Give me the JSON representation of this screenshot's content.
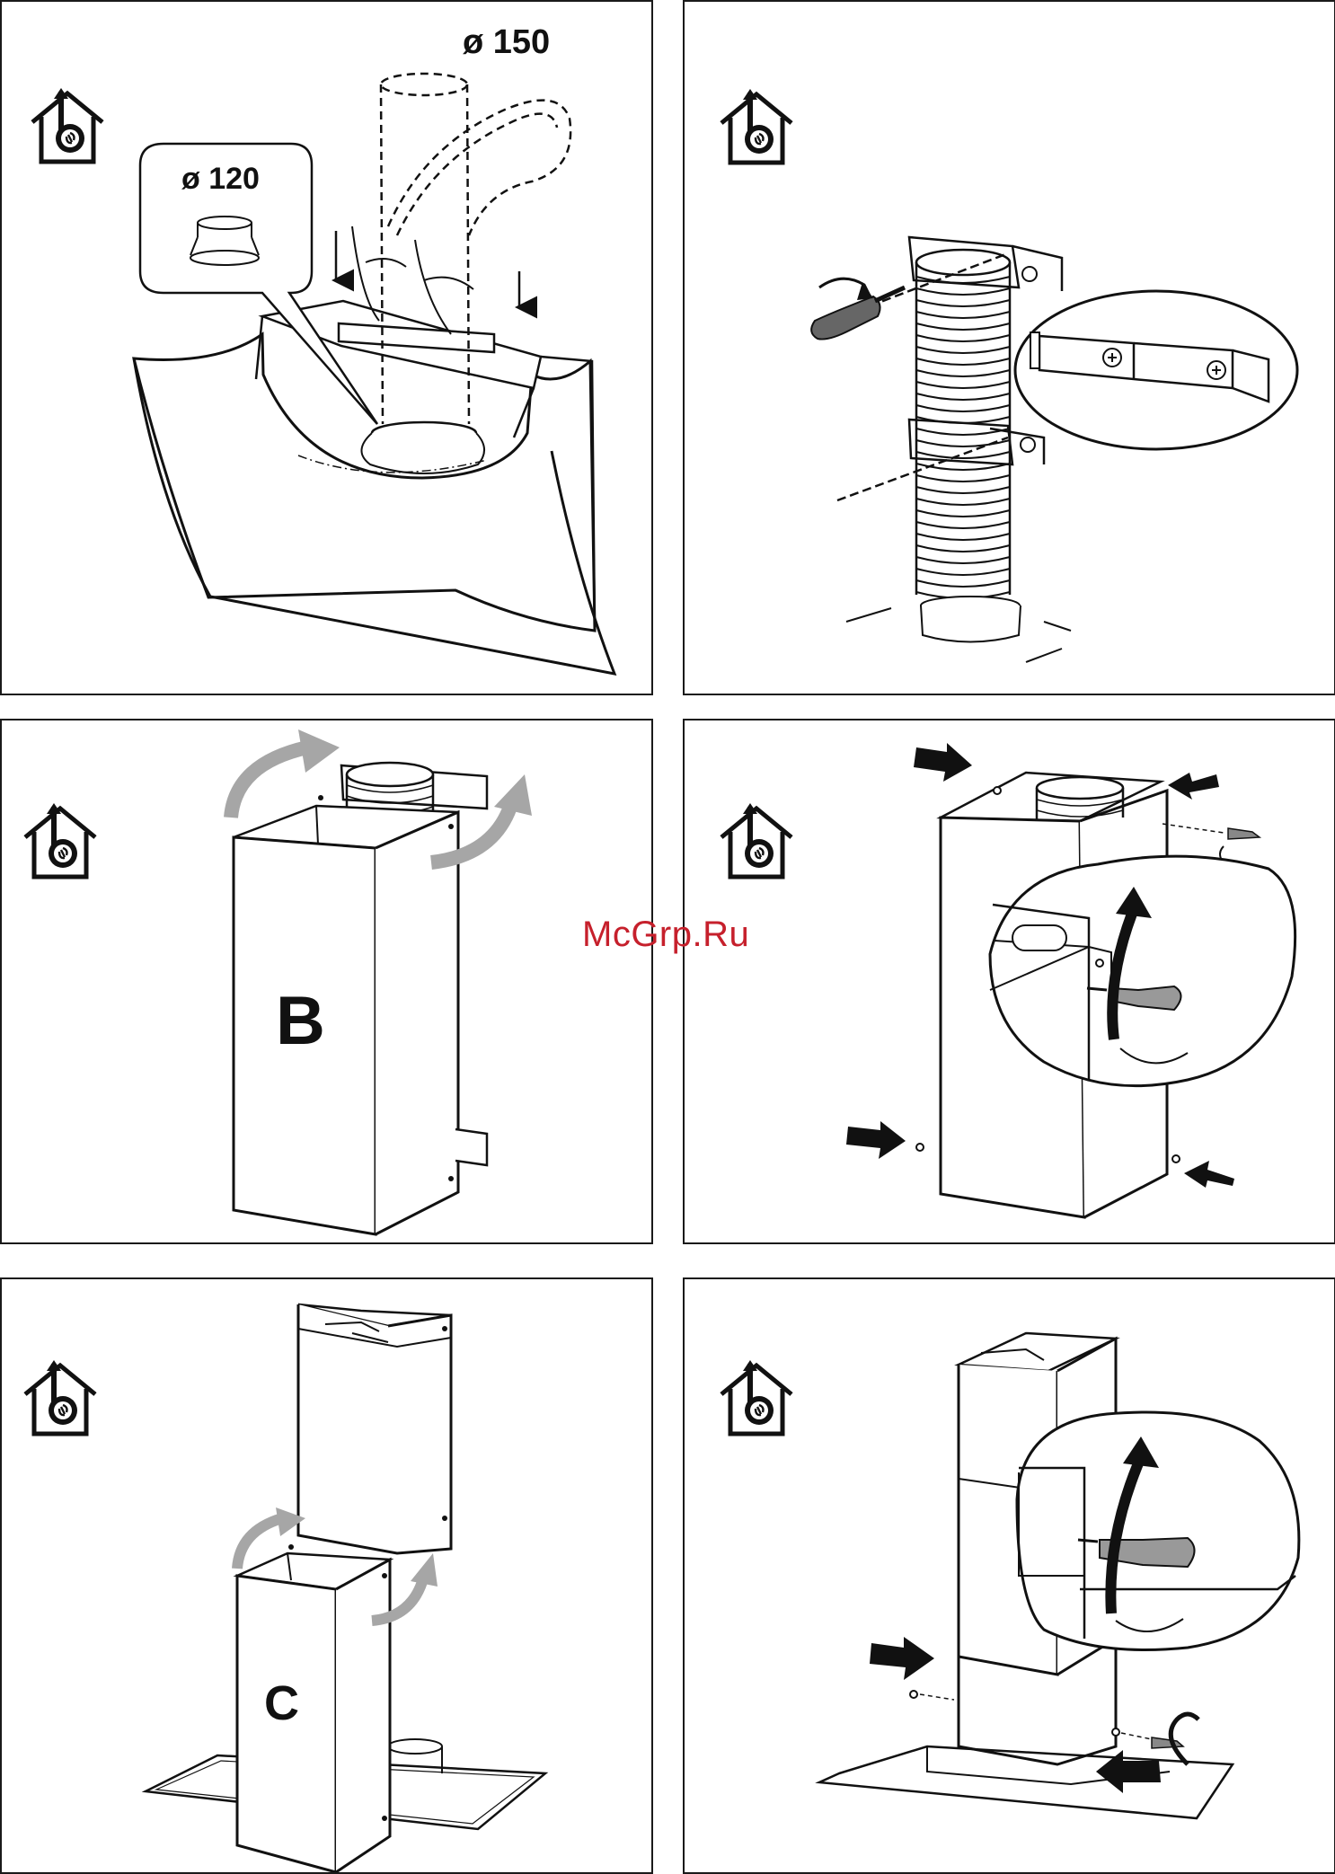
{
  "panels": [
    {
      "id": "p1",
      "diameter_large": "ø 150",
      "diameter_small": "ø 120"
    },
    {
      "id": "p2"
    },
    {
      "id": "p3",
      "letter": "B"
    },
    {
      "id": "p4"
    },
    {
      "id": "p5",
      "letter": "C"
    },
    {
      "id": "p6"
    }
  ],
  "watermark": "McGrp.Ru",
  "icons": {
    "mode": "ducted-extraction-house-icon"
  },
  "colors": {
    "line": "#1a1a1a",
    "arrow_gray": "#a6a6a6",
    "watermark": "#c6202c"
  }
}
